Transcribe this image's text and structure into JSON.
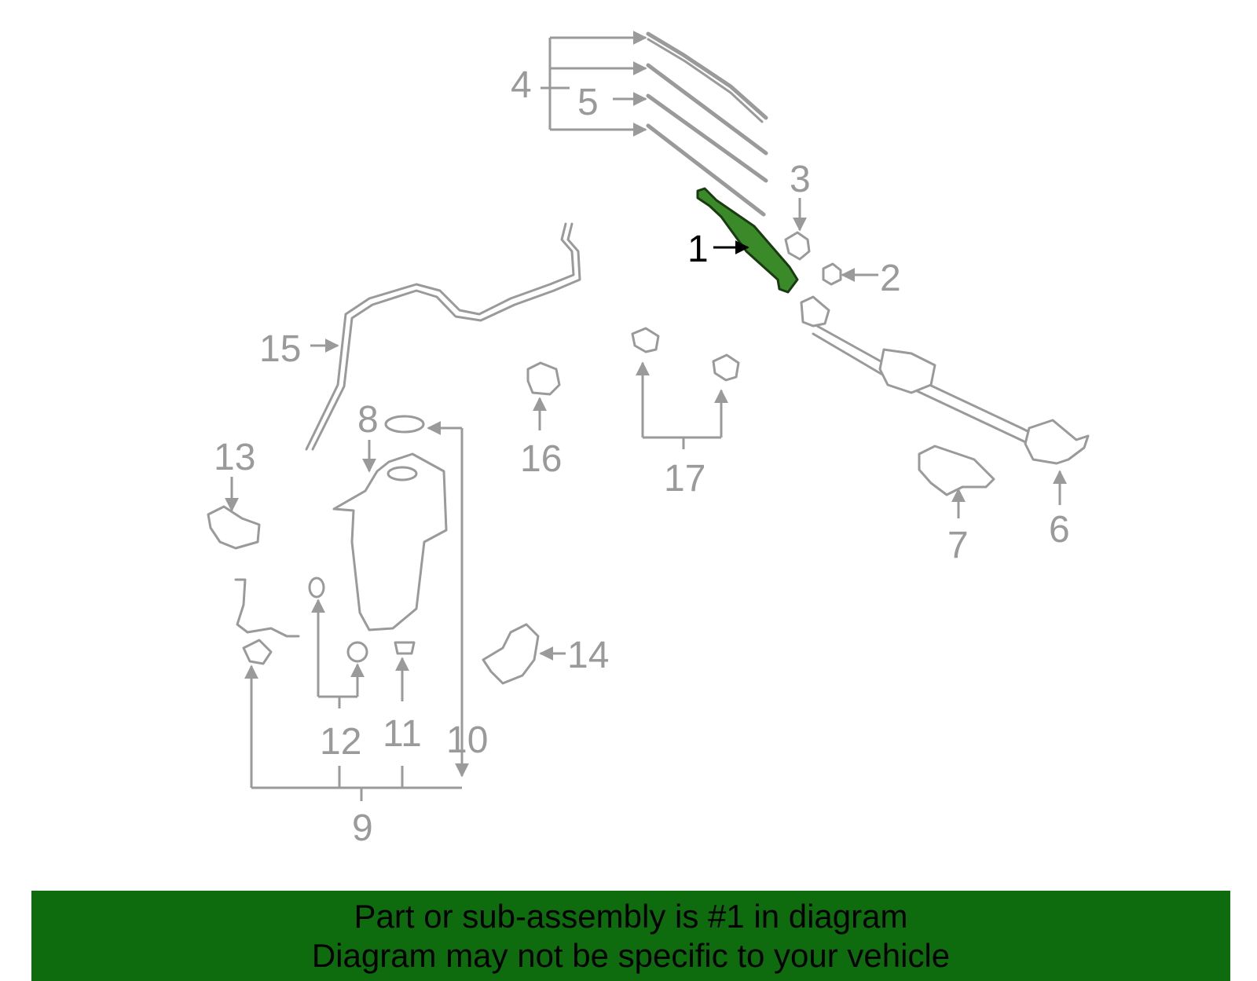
{
  "diagram": {
    "highlighted_part": "1",
    "highlight_color": "#3a8a2a",
    "callout_color": "#9a9a9a",
    "callouts": {
      "c1": "1",
      "c2": "2",
      "c3": "3",
      "c4": "4",
      "c5": "5",
      "c6": "6",
      "c7": "7",
      "c8": "8",
      "c9": "9",
      "c10": "10",
      "c11": "11",
      "c12": "12",
      "c13": "13",
      "c14": "14",
      "c15": "15",
      "c16": "16",
      "c17": "17"
    }
  },
  "banner": {
    "background": "#0e6b0e",
    "line1": "Part or sub-assembly is #1 in diagram",
    "line2": "Diagram may not be specific to your vehicle"
  }
}
